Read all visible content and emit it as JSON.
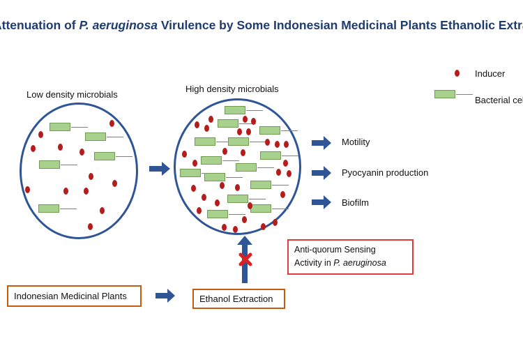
{
  "title": {
    "part1": "Attenuation of ",
    "italic": "P. aeruginosa",
    "part2": " Virulence by Some Indonesian Medicinal Plants Ethanolic Extracts"
  },
  "labels": {
    "low_density": "Low density microbials",
    "high_density": "High density microbials"
  },
  "legend": {
    "inducer": "Inducer",
    "bacterial_cell": "Bacterial cell"
  },
  "outcomes": {
    "motility": "Motility",
    "pyocyanin": "Pyocyanin production",
    "biofilm": "Biofilm"
  },
  "boxes": {
    "plants": "Indonesian Medicinal Plants",
    "extraction": "Ethanol Extraction",
    "anti_qs_line1": "Anti-quorum Sensing",
    "anti_qs_line2_prefix": "Activity in ",
    "anti_qs_line2_italic": "P. aeruginosa"
  },
  "colors": {
    "circle_border": "#2f5597",
    "arrow": "#2f5597",
    "inducer": "#b51c1c",
    "cell": "#a9d18e",
    "box_orange": "#c55a11",
    "box_red": "#e23b3b",
    "inhibit_x": "#e02020"
  }
}
